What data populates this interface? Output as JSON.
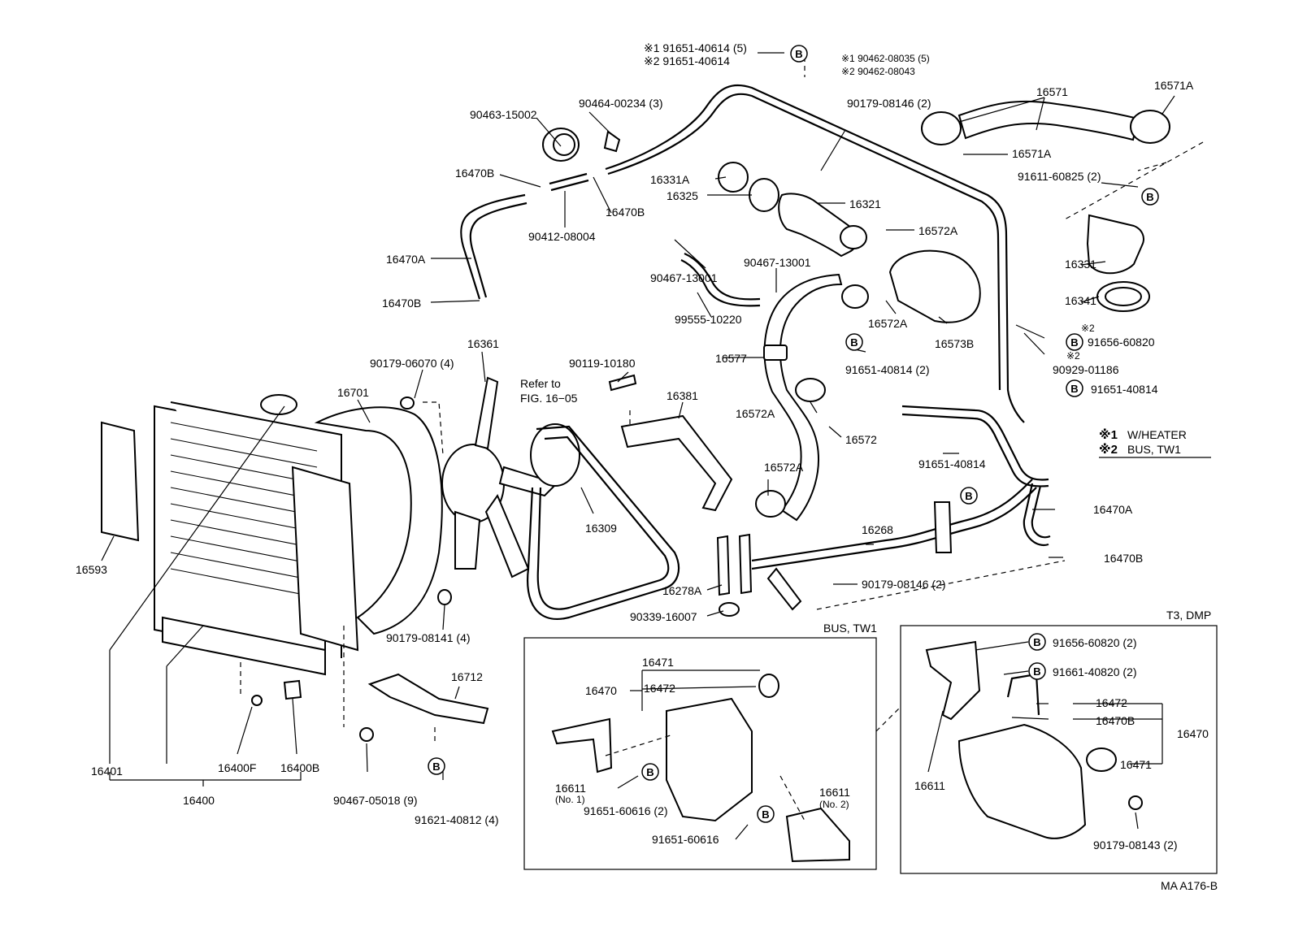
{
  "figure_id": "MA A176-B",
  "bolt_marker": "B",
  "legend": {
    "note1_mark": "※1",
    "note1_text": "W/HEATER",
    "note2_mark": "※2",
    "note2_text": "BUS, TW1"
  },
  "insets": {
    "bus_title": "BUS, TW1",
    "t3_title": "T3, DMP"
  },
  "refer_note": {
    "line1": "Refer to",
    "line2": "FIG. 16−05"
  },
  "labels": {
    "l_91651_40614_1": "※1 91651-40614 (5)",
    "l_91651_40614_2": "※2 91651-40614",
    "l_90462_08035": "※1 90462-08035 (5)",
    "l_90462_08043": "※2 90462-08043",
    "l_16571": "16571",
    "l_16571A_top": "16571A",
    "l_16571A_bot": "16571A",
    "l_91611_60825": "91611-60825 (2)",
    "l_90464_00234": "90464-00234 (3)",
    "l_90463_15002": "90463-15002",
    "l_90179_08146_a": "90179-08146 (2)",
    "l_16470B_1": "16470B",
    "l_16470B_2": "16470B",
    "l_16470B_3": "16470B",
    "l_16470B_4": "16470B",
    "l_16331A": "16331A",
    "l_16321": "16321",
    "l_16325": "16325",
    "l_16572A_1": "16572A",
    "l_16572A_2": "16572A",
    "l_16572A_3": "16572A",
    "l_16572A_4": "16572A",
    "l_16331": "16331",
    "l_16341": "16341",
    "l_90412_08004": "90412-08004",
    "l_16470A_1": "16470A",
    "l_16470A_2": "16470A",
    "l_90467_13001_a": "90467-13001",
    "l_90467_13001_b": "90467-13001",
    "l_99555_10220": "99555-10220",
    "l_16573B": "16573B",
    "l_91656_60820_a": "91656-60820",
    "l_90929_01186": "90929-01186",
    "l_91651_40814_a": "91651-40814",
    "l_91651_40814_b": "91651-40814 (2)",
    "l_91651_40814_c": "91651-40814",
    "l_16577": "16577",
    "l_16572": "16572",
    "l_16361": "16361",
    "l_90119_10180": "90119-10180",
    "l_90179_06070": "90179-06070 (4)",
    "l_16701": "16701",
    "l_16381": "16381",
    "l_16309": "16309",
    "l_16593": "16593",
    "l_16268": "16268",
    "l_16278A": "16278A",
    "l_90179_08146_b": "90179-08146 (2)",
    "l_90339_16007": "90339-16007",
    "l_90179_08141": "90179-08141 (4)",
    "l_16712": "16712",
    "l_16401": "16401",
    "l_16400F": "16400F",
    "l_16400B": "16400B",
    "l_16400": "16400",
    "l_90467_05018": "90467-05018 (9)",
    "l_91621_40812": "91621-40812 (4)",
    "bus_16471": "16471",
    "bus_16470": "16470",
    "bus_16472": "16472",
    "bus_16611_no1": "16611",
    "bus_no1": "(No. 1)",
    "bus_91651_60616_a": "91651-60616 (2)",
    "bus_91651_60616_b": "91651-60616",
    "bus_16611_no2": "16611",
    "bus_no2": "(No. 2)",
    "t3_91656_60820": "91656-60820 (2)",
    "t3_91661_40820": "91661-40820 (2)",
    "t3_16472": "16472",
    "t3_16470B": "16470B",
    "t3_16470": "16470",
    "t3_16471": "16471",
    "t3_16611": "16611",
    "t3_90179_08143": "90179-08143 (2)"
  }
}
